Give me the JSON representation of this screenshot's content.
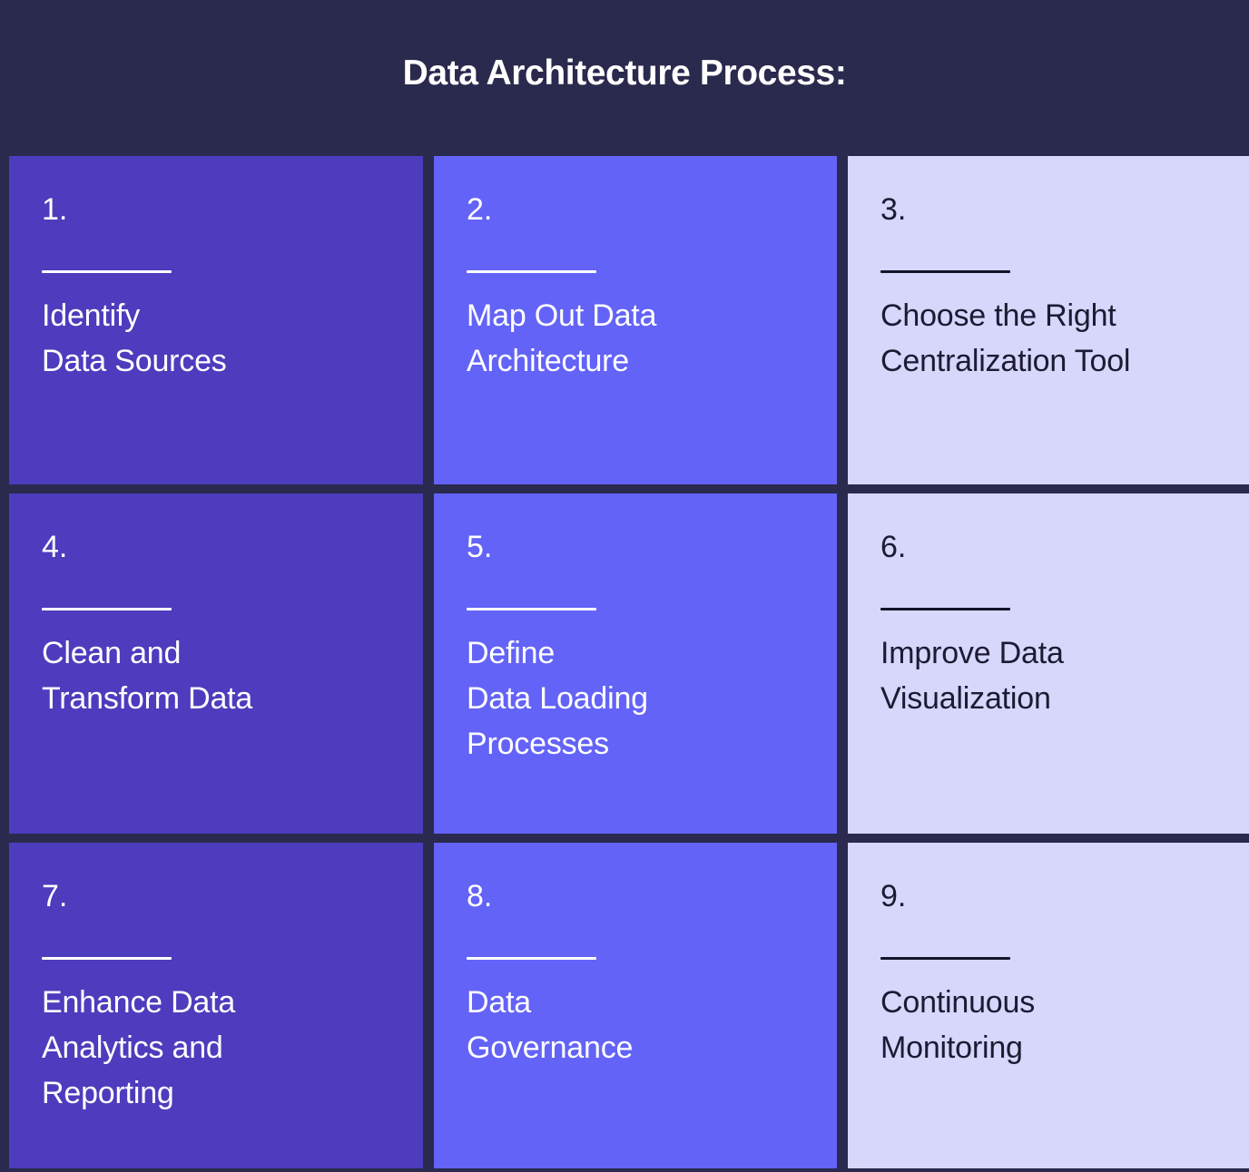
{
  "header": {
    "title": "Data Architecture Process:"
  },
  "colors": {
    "background": "#2a2a4e",
    "deep_purple": "#4d3cbd",
    "bright_periwinkle": "#6363f8",
    "light_lavender": "#d7d6fb",
    "text_light": "#ffffff",
    "text_dark": "#1b1b33"
  },
  "steps": [
    {
      "number": "1.",
      "label": "Identify\nData Sources",
      "tone": "deep"
    },
    {
      "number": "2.",
      "label": "Map Out Data\nArchitecture",
      "tone": "bright"
    },
    {
      "number": "3.",
      "label": "Choose the Right\nCentralization Tool",
      "tone": "light"
    },
    {
      "number": "4.",
      "label": "Clean and\nTransform Data",
      "tone": "deep"
    },
    {
      "number": "5.",
      "label": "Define\nData Loading\nProcesses",
      "tone": "bright"
    },
    {
      "number": "6.",
      "label": "Improve Data\nVisualization",
      "tone": "light"
    },
    {
      "number": "7.",
      "label": "Enhance Data\nAnalytics and\nReporting",
      "tone": "deep"
    },
    {
      "number": "8.",
      "label": "Data\nGovernance",
      "tone": "bright"
    },
    {
      "number": "9.",
      "label": "Continuous\nMonitoring",
      "tone": "light"
    }
  ]
}
